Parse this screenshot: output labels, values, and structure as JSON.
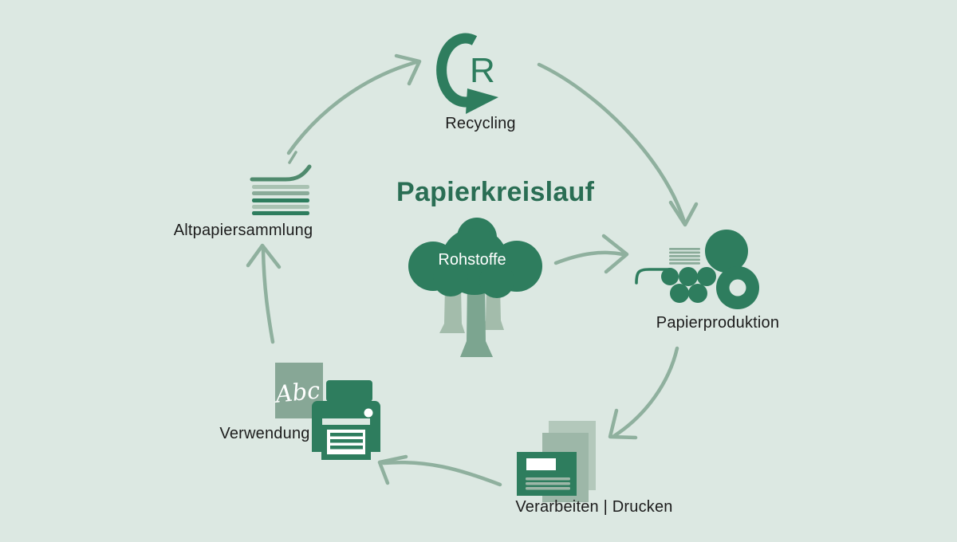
{
  "title": "Papierkreislauf",
  "center": {
    "cloud_label": "Rohstoffe"
  },
  "colors": {
    "background": "#dce8e2",
    "dark_green": "#2e7d5e",
    "title_green": "#2a6e54",
    "arrow_sage": "#8fb09e",
    "light_sage": "#a9c2b2",
    "mid_sage": "#8aab99",
    "pale_paper": "#b3c8bb",
    "trunk_green": "#7ca590",
    "label_text": "#1c1c1c"
  },
  "stages": [
    {
      "label": "Recycling",
      "icon": "recycling-arrow-icon",
      "icon_text": "R"
    },
    {
      "label": "Papierproduktion",
      "icon": "paper-machine-icon"
    },
    {
      "label": "Verarbeiten | Drucken",
      "icon": "printed-sheets-icon"
    },
    {
      "label": "Verwendung",
      "icon": "printer-icon",
      "paper_text": "Abc"
    },
    {
      "label": "Altpapiersammlung",
      "icon": "paper-stack-icon"
    }
  ]
}
